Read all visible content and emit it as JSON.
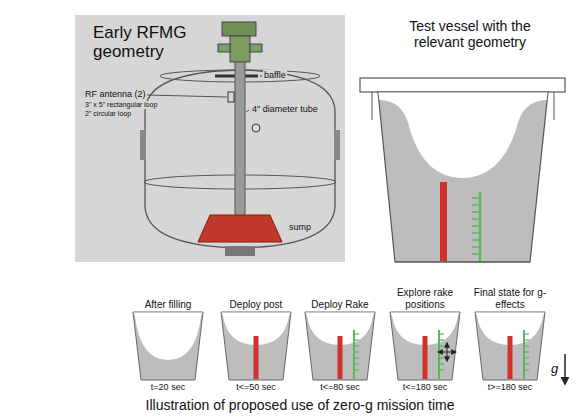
{
  "diagram": {
    "caption": "Illustration of proposed use of zero-g mission time",
    "nodes": [
      {
        "text": [
          "Early RFMG geometry"
        ]
      }
    ],
    "labels": [
      "Test vessel with the relevant geometry",
      "baffle",
      "RF antenna (2)",
      "3\" x 5\" rectangular loop",
      "2\" circular loop",
      "4\" diameter tube",
      "sump",
      "After filling",
      "Deploy post",
      "Deploy Rake",
      "Explore rake positions",
      "Final state for g-effects",
      "t=20 sec",
      "t<=50 sec",
      "t<=80 sec",
      "t<=180 sec",
      "t>=180 sec",
      "g"
    ]
  }
}
